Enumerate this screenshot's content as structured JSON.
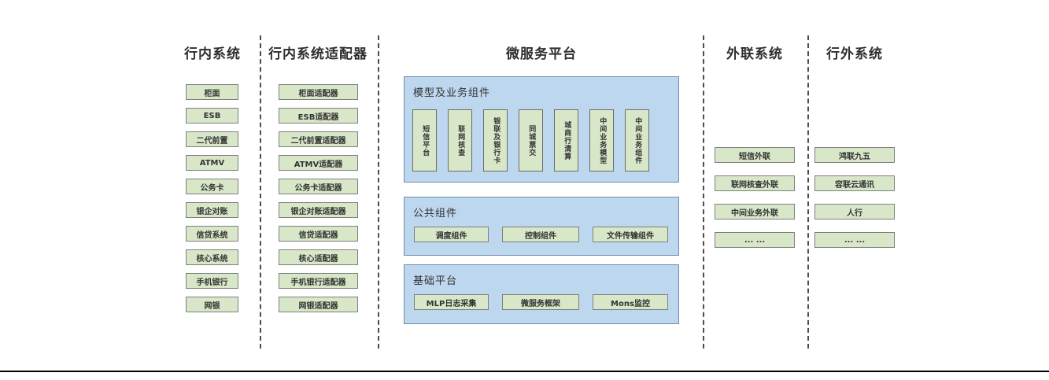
{
  "diagram": {
    "columns": [
      {
        "title": "行内系统",
        "boxes": [
          "柜面",
          "ESB",
          "二代前置",
          "ATMV",
          "公务卡",
          "银企对账",
          "信贷系统",
          "核心系统",
          "手机银行",
          "网银"
        ]
      },
      {
        "title": "行内系统适配器",
        "boxes": [
          "柜面适配器",
          "ESB适配器",
          "二代前置适配器",
          "ATMV适配器",
          "公务卡适配器",
          "银企对账适配器",
          "信贷适配器",
          "核心适配器",
          "手机银行适配器",
          "网银适配器"
        ]
      },
      {
        "title": "微服务平台",
        "sections": [
          {
            "label": "模型及业务组件",
            "boxes": [
              "短信平台",
              "联网核查",
              "银联及银行卡",
              "同城票交",
              "城商行清算",
              "中间业务模型",
              "中间业务组件"
            ]
          },
          {
            "label": "公共组件",
            "boxes": [
              "调度组件",
              "控制组件",
              "文件传输组件"
            ]
          },
          {
            "label": "基础平台",
            "boxes": [
              "MLP日志采集",
              "微服务框架",
              "Mons监控"
            ]
          }
        ]
      },
      {
        "title": "外联系统",
        "boxes": [
          "短信外联",
          "联网核查外联",
          "中间业务外联",
          "... ..."
        ]
      },
      {
        "title": "行外系统",
        "boxes": [
          "鸿联九五",
          "容联云通讯",
          "人行",
          "... ..."
        ]
      }
    ],
    "colors": {
      "component_box_fill": "#d9e7c9",
      "component_box_border": "#7f7f7f",
      "platform_panel_fill": "#bdd7ee",
      "platform_panel_border": "#6f8cab",
      "divider": "#4d4d4d",
      "baseline": "#000000",
      "text": "#333333"
    }
  }
}
